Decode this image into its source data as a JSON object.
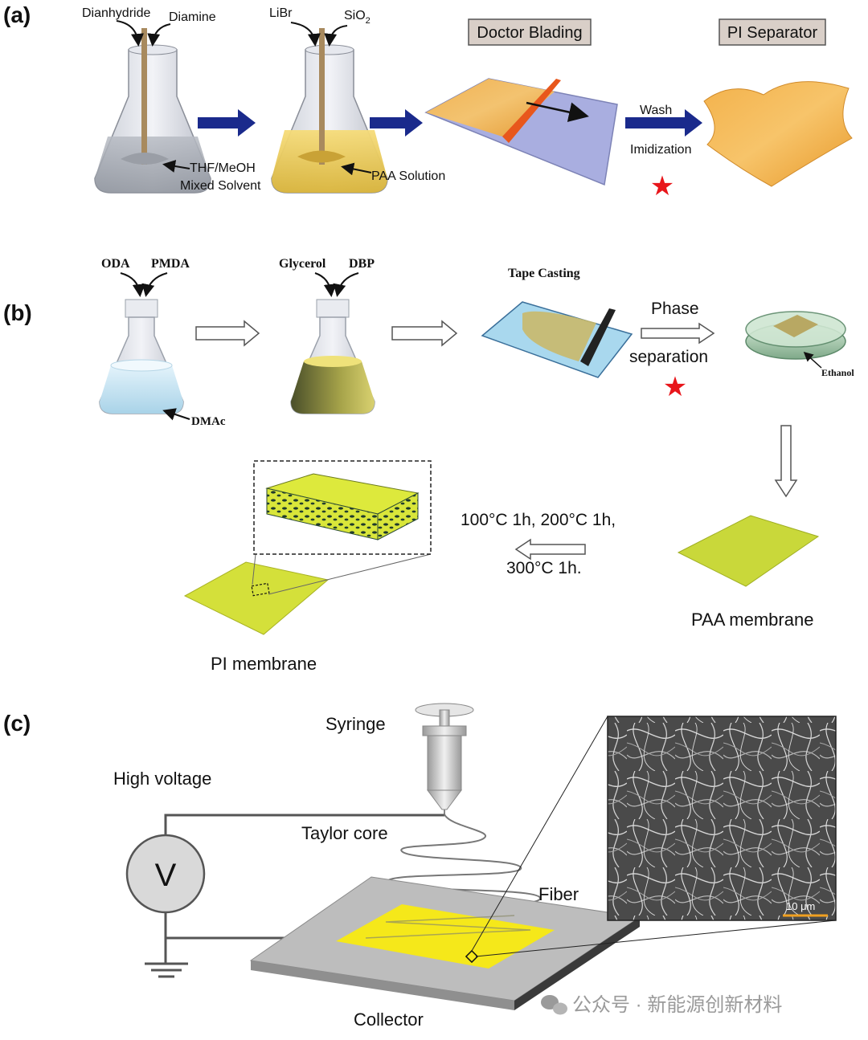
{
  "panel_a": {
    "label": "(a)",
    "reagents_flask1": [
      "Dianhydride",
      "Diamine"
    ],
    "reagents_flask2": [
      "LiBr",
      "SiO"
    ],
    "sio2_subscript": "2",
    "solvent_label": [
      "THF/MeOH",
      "Mixed Solvent"
    ],
    "solution_label": "PAA Solution",
    "doctor_blading_label": "Doctor Blading",
    "pi_separator_label": "PI Separator",
    "wash_label": "Wash",
    "imidization_label": "Imidization"
  },
  "panel_b": {
    "label": "(b)",
    "reagents_flask1": [
      "ODA",
      "PMDA"
    ],
    "reagents_flask2": [
      "Glycerol",
      "DBP"
    ],
    "solvent_label": "DMAc",
    "tape_casting_label": "Tape Casting",
    "phase_label": "Phase",
    "separation_label": "separation",
    "ethanol_label": "Ethanol",
    "paa_membrane_label": "PAA membrane",
    "heating_line1": "100°C 1h, 200°C 1h,",
    "heating_line2": "300°C 1h.",
    "pi_membrane_label": "PI membrane"
  },
  "panel_c": {
    "label": "(c)",
    "syringe_label": "Syringe",
    "high_voltage_label": "High voltage",
    "voltmeter_label": "V",
    "taylor_core_label": "Taylor core",
    "fiber_label": "Fiber",
    "collector_label": "Collector",
    "scale_bar_label": "10 μm"
  },
  "watermark": "公众号 · 新能源创新材料",
  "colors": {
    "arrow_blue": "#1a2a8c",
    "star_red": "#e8161b",
    "film_orange": "#f0a733",
    "membrane_yellow": "#d4e03a",
    "collector_yellow": "#f5e81a",
    "label_box": "#d9cfc8"
  }
}
